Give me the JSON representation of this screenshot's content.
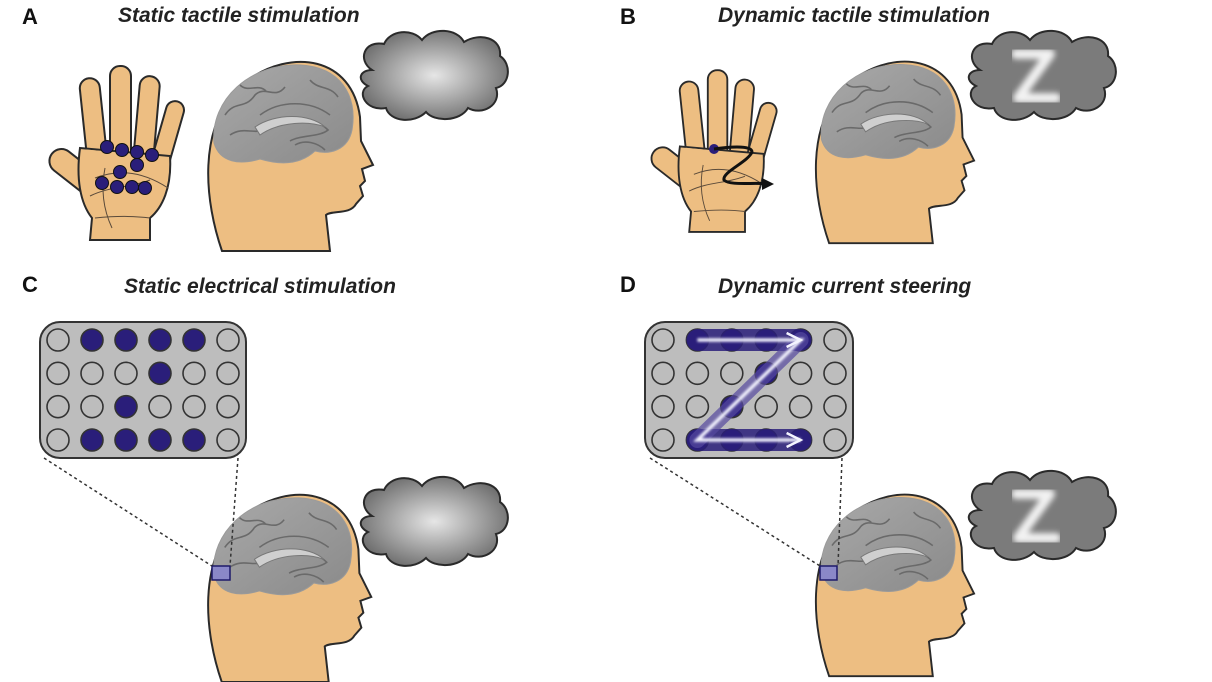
{
  "panels": [
    {
      "label": "A",
      "title": "Static tactile stimulation"
    },
    {
      "label": "B",
      "title": "Dynamic tactile stimulation"
    },
    {
      "label": "C",
      "title": "Static electrical stimulation"
    },
    {
      "label": "D",
      "title": "Dynamic current steering"
    }
  ],
  "electrode_grid": {
    "rows": 4,
    "cols": 6,
    "static_active": [
      [
        0,
        1
      ],
      [
        0,
        2
      ],
      [
        0,
        3
      ],
      [
        0,
        4
      ],
      [
        1,
        3
      ],
      [
        2,
        2
      ],
      [
        3,
        1
      ],
      [
        3,
        2
      ],
      [
        3,
        3
      ],
      [
        3,
        4
      ]
    ],
    "dynamic_path": [
      [
        0,
        1
      ],
      [
        0,
        2
      ],
      [
        0,
        3
      ],
      [
        0,
        4
      ],
      [
        1,
        3
      ],
      [
        2,
        2
      ],
      [
        3,
        1
      ],
      [
        3,
        2
      ],
      [
        3,
        3
      ],
      [
        3,
        4
      ]
    ]
  },
  "colors": {
    "skin": "#EDBE82",
    "electrode": "#2A1E7A",
    "grid_bg": "#BDBDBD",
    "cloud": "#7A7A7A"
  }
}
